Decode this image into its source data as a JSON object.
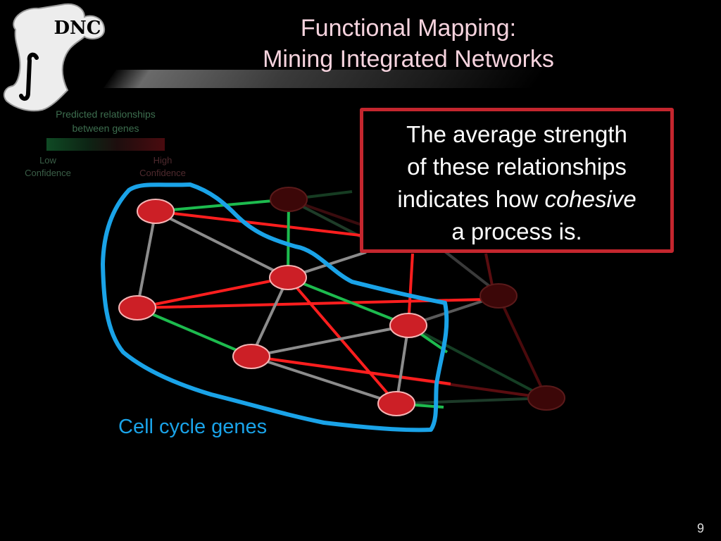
{
  "slide": {
    "title_line1": "Functional Mapping:",
    "title_line2": "Mining Integrated Networks",
    "page_number": "9",
    "logo_text": "DNC"
  },
  "legend": {
    "title_line1": "Predicted relationships",
    "title_line2": "between genes",
    "low_line1": "Low",
    "low_line2": "Confidence",
    "high_line1": "High",
    "high_line2": "Confidence"
  },
  "callout": {
    "line1": "The average strength",
    "line2": "of these relationships",
    "line3_prefix": "indicates how ",
    "line3_emphasis": "cohesive",
    "line4": "a process is."
  },
  "cluster": {
    "label": "Cell cycle genes"
  },
  "colors": {
    "background": "#000000",
    "title": "#f6d3de",
    "highlight_node": "#cc1f26",
    "faded_node": "#3c0708",
    "edge_high": "#ff1e1e",
    "edge_low": "#1dbb4e",
    "edge_neutral": "#8c8c8c",
    "cluster_outline": "#1aa3e8",
    "callout_border": "#c4262e"
  }
}
